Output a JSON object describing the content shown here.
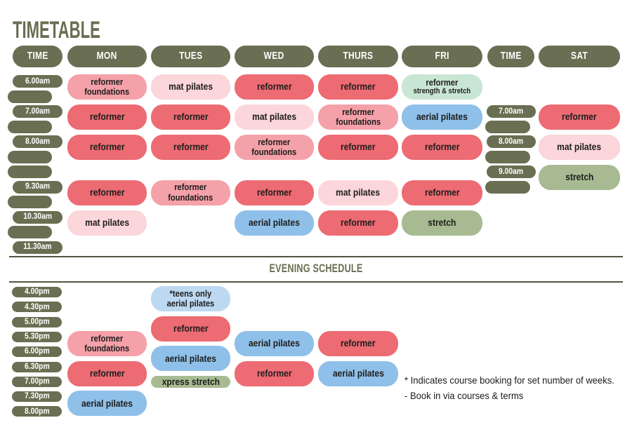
{
  "title": "TIMETABLE",
  "evening_heading": "EVENING SCHEDULE",
  "footnotes": {
    "line1": "* Indicates course booking for set number of weeks.",
    "line2": "- Book in via courses & terms"
  },
  "colors": {
    "olive": "#6a6e52",
    "divider": "#51553f",
    "pill_text": "#1d1d1b",
    "header_text": "#ffffff",
    "reformer": "#ed6b73",
    "reformer_foundations": "#f5a1a9",
    "mat_pilates": "#fbd6da",
    "aerial_pilates": "#8fc0e9",
    "teens_aerial": "#bdd9f2",
    "stretch": "#a8ba92",
    "strength_stretch": "#c8e6d3"
  },
  "header_columns": [
    {
      "key": "time1",
      "label": "TIME"
    },
    {
      "key": "mon",
      "label": "MON"
    },
    {
      "key": "tues",
      "label": "TUES"
    },
    {
      "key": "wed",
      "label": "WED"
    },
    {
      "key": "thurs",
      "label": "THURS"
    },
    {
      "key": "fri",
      "label": "FRI"
    },
    {
      "key": "time2",
      "label": "TIME"
    },
    {
      "key": "sat",
      "label": "SAT"
    }
  ],
  "morning": {
    "time1_slots": [
      "6.00am",
      "",
      "7.00am",
      "",
      "8.00am",
      "",
      "",
      "9.30am",
      "",
      "10.30am",
      "",
      "11.30am"
    ],
    "time2_slots": [
      {
        "slot": 2,
        "label": "7.00am"
      },
      {
        "slot": 3,
        "label": ""
      },
      {
        "slot": 4,
        "label": "8.00am"
      },
      {
        "slot": 5,
        "label": ""
      },
      {
        "slot": 6,
        "label": "9.00am"
      },
      {
        "slot": 7,
        "label": ""
      }
    ],
    "classes": [
      {
        "day": "mon",
        "slot": 0,
        "lines": [
          "reformer",
          "foundations"
        ],
        "type": "reformer_foundations"
      },
      {
        "day": "mon",
        "slot": 2,
        "lines": [
          "reformer"
        ],
        "type": "reformer"
      },
      {
        "day": "mon",
        "slot": 4,
        "lines": [
          "reformer"
        ],
        "type": "reformer"
      },
      {
        "day": "mon",
        "slot": 7,
        "lines": [
          "reformer"
        ],
        "type": "reformer"
      },
      {
        "day": "mon",
        "slot": 9,
        "lines": [
          "mat pilates"
        ],
        "type": "mat_pilates"
      },
      {
        "day": "tues",
        "slot": 0,
        "lines": [
          "mat pilates"
        ],
        "type": "mat_pilates"
      },
      {
        "day": "tues",
        "slot": 2,
        "lines": [
          "reformer"
        ],
        "type": "reformer"
      },
      {
        "day": "tues",
        "slot": 4,
        "lines": [
          "reformer"
        ],
        "type": "reformer"
      },
      {
        "day": "tues",
        "slot": 7,
        "lines": [
          "reformer",
          "foundations"
        ],
        "type": "reformer_foundations"
      },
      {
        "day": "wed",
        "slot": 0,
        "lines": [
          "reformer"
        ],
        "type": "reformer"
      },
      {
        "day": "wed",
        "slot": 2,
        "lines": [
          "mat pilates"
        ],
        "type": "mat_pilates"
      },
      {
        "day": "wed",
        "slot": 4,
        "lines": [
          "reformer",
          "foundations"
        ],
        "type": "reformer_foundations"
      },
      {
        "day": "wed",
        "slot": 7,
        "lines": [
          "reformer"
        ],
        "type": "reformer"
      },
      {
        "day": "wed",
        "slot": 9,
        "lines": [
          "aerial pilates"
        ],
        "type": "aerial_pilates"
      },
      {
        "day": "thurs",
        "slot": 0,
        "lines": [
          "reformer"
        ],
        "type": "reformer"
      },
      {
        "day": "thurs",
        "slot": 2,
        "lines": [
          "reformer",
          "foundations"
        ],
        "type": "reformer_foundations"
      },
      {
        "day": "thurs",
        "slot": 4,
        "lines": [
          "reformer"
        ],
        "type": "reformer"
      },
      {
        "day": "thurs",
        "slot": 7,
        "lines": [
          "mat pilates"
        ],
        "type": "mat_pilates"
      },
      {
        "day": "thurs",
        "slot": 9,
        "lines": [
          "reformer"
        ],
        "type": "reformer"
      },
      {
        "day": "fri",
        "slot": 0,
        "lines": [
          "reformer",
          "strength & stretch"
        ],
        "type": "strength_stretch",
        "small_line2": true
      },
      {
        "day": "fri",
        "slot": 2,
        "lines": [
          "aerial pilates"
        ],
        "type": "aerial_pilates"
      },
      {
        "day": "fri",
        "slot": 4,
        "lines": [
          "reformer"
        ],
        "type": "reformer"
      },
      {
        "day": "fri",
        "slot": 7,
        "lines": [
          "reformer"
        ],
        "type": "reformer"
      },
      {
        "day": "fri",
        "slot": 9,
        "lines": [
          "stretch"
        ],
        "type": "stretch"
      },
      {
        "day": "sat",
        "slot": 2,
        "lines": [
          "reformer"
        ],
        "type": "reformer"
      },
      {
        "day": "sat",
        "slot": 4,
        "lines": [
          "mat pilates"
        ],
        "type": "mat_pilates"
      },
      {
        "day": "sat",
        "slot": 6,
        "lines": [
          "stretch"
        ],
        "type": "stretch"
      }
    ]
  },
  "evening": {
    "time_slots": [
      "4.00pm",
      "4.30pm",
      "5.00pm",
      "5.30pm",
      "6.00pm",
      "6.30pm",
      "7.00pm",
      "7.30pm",
      "8.00pm"
    ],
    "classes": [
      {
        "day": "tues",
        "slot": 0,
        "lines": [
          "*teens only",
          "aerial pilates"
        ],
        "type": "teens_aerial"
      },
      {
        "day": "tues",
        "slot": 2,
        "lines": [
          "reformer"
        ],
        "type": "reformer"
      },
      {
        "day": "mon",
        "slot": 3,
        "lines": [
          "reformer",
          "foundations"
        ],
        "type": "reformer_foundations"
      },
      {
        "day": "wed",
        "slot": 3,
        "lines": [
          "aerial pilates"
        ],
        "type": "aerial_pilates"
      },
      {
        "day": "thurs",
        "slot": 3,
        "lines": [
          "reformer"
        ],
        "type": "reformer"
      },
      {
        "day": "tues",
        "slot": 4,
        "lines": [
          "aerial pilates"
        ],
        "type": "aerial_pilates"
      },
      {
        "day": "mon",
        "slot": 5,
        "lines": [
          "reformer"
        ],
        "type": "reformer"
      },
      {
        "day": "wed",
        "slot": 5,
        "lines": [
          "reformer"
        ],
        "type": "reformer"
      },
      {
        "day": "thurs",
        "slot": 5,
        "lines": [
          "aerial pilates"
        ],
        "type": "aerial_pilates"
      },
      {
        "day": "tues",
        "slot": 6,
        "lines": [
          "xpress stretch"
        ],
        "type": "stretch",
        "rows": 1
      },
      {
        "day": "mon",
        "slot": 7,
        "lines": [
          "aerial pilates"
        ],
        "type": "aerial_pilates"
      }
    ]
  }
}
